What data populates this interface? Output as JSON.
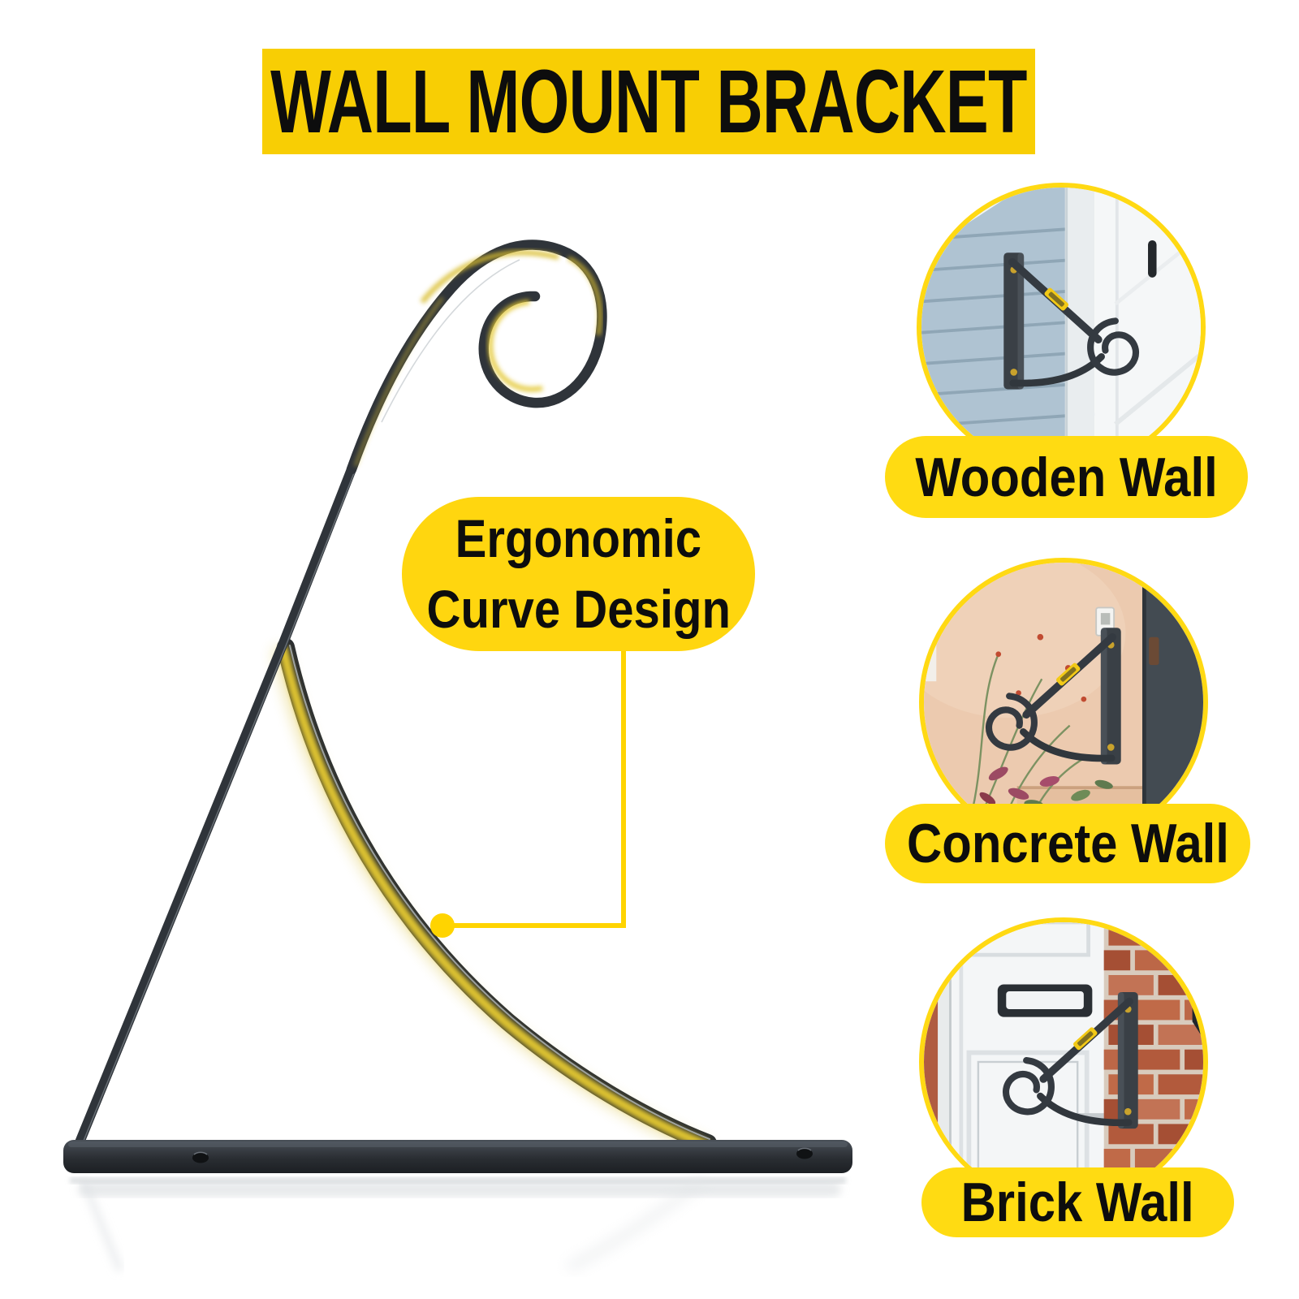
{
  "title": {
    "text": "WALL MOUNT BRACKET"
  },
  "product": {
    "callout": {
      "line1": "Ergonomic",
      "line2": "Curve Design"
    }
  },
  "examples": [
    {
      "label": "Wooden Wall"
    },
    {
      "label": "Concrete Wall"
    },
    {
      "label": "Brick Wall"
    }
  ],
  "colors": {
    "banner_bg": "#F8CE04",
    "text_black": "#0D0D0D",
    "pill_bg": "#FFDB12",
    "bubble_bg": "#FFD60F",
    "callout_line": "#FFD400",
    "circle_ring": "#FFD913",
    "bracket_dark": "#2F343A",
    "glow_yellow": "#E3C733"
  }
}
